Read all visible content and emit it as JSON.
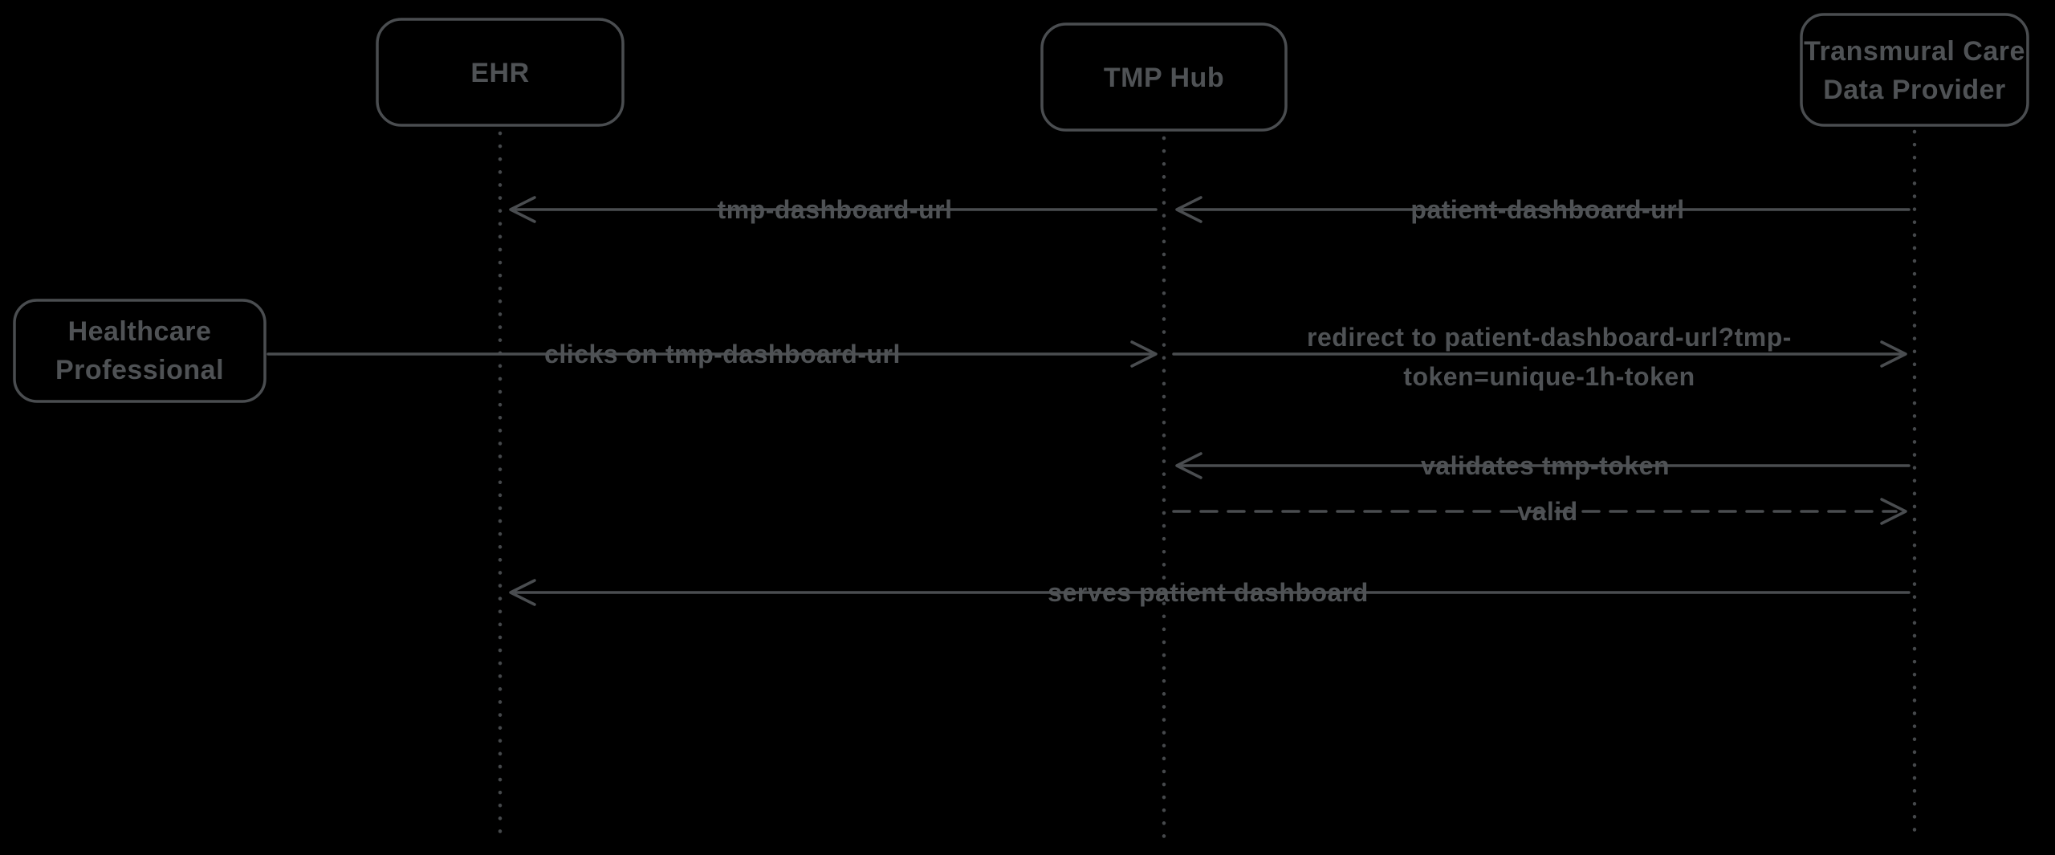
{
  "colors": {
    "background": "#000000",
    "ink": "#4a4d50"
  },
  "actors": {
    "ehr": {
      "label": "EHR"
    },
    "tmp_hub": {
      "label": "TMP Hub"
    },
    "provider": {
      "label_line1": "Transmural Care",
      "label_line2": "Data Provider"
    },
    "professional": {
      "label_line1": "Healthcare",
      "label_line2": "Professional"
    }
  },
  "messages": {
    "tmp_dashboard_url": {
      "label": "tmp-dashboard-url",
      "from": "TMP Hub",
      "to": "EHR",
      "style": "solid"
    },
    "patient_dashboard_url": {
      "label": "patient-dashboard-url",
      "from": "Transmural Care Data Provider",
      "to": "TMP Hub",
      "style": "solid"
    },
    "clicks": {
      "label": "clicks on tmp-dashboard-url",
      "from": "Healthcare Professional",
      "to": "TMP Hub",
      "style": "solid"
    },
    "redirect": {
      "label_line1": "redirect to patient-dashboard-url?tmp-",
      "label_line2": "token=unique-1h-token",
      "from": "TMP Hub",
      "to": "Transmural Care Data Provider",
      "style": "solid"
    },
    "validates": {
      "label": "validates tmp-token",
      "from": "Transmural Care Data Provider",
      "to": "TMP Hub",
      "style": "solid"
    },
    "valid": {
      "label": "valid",
      "from": "TMP Hub",
      "to": "Transmural Care Data Provider",
      "style": "dashed"
    },
    "serves": {
      "label": "serves patient dashboard",
      "from": "Transmural Care Data Provider",
      "to": "EHR",
      "style": "solid"
    }
  }
}
